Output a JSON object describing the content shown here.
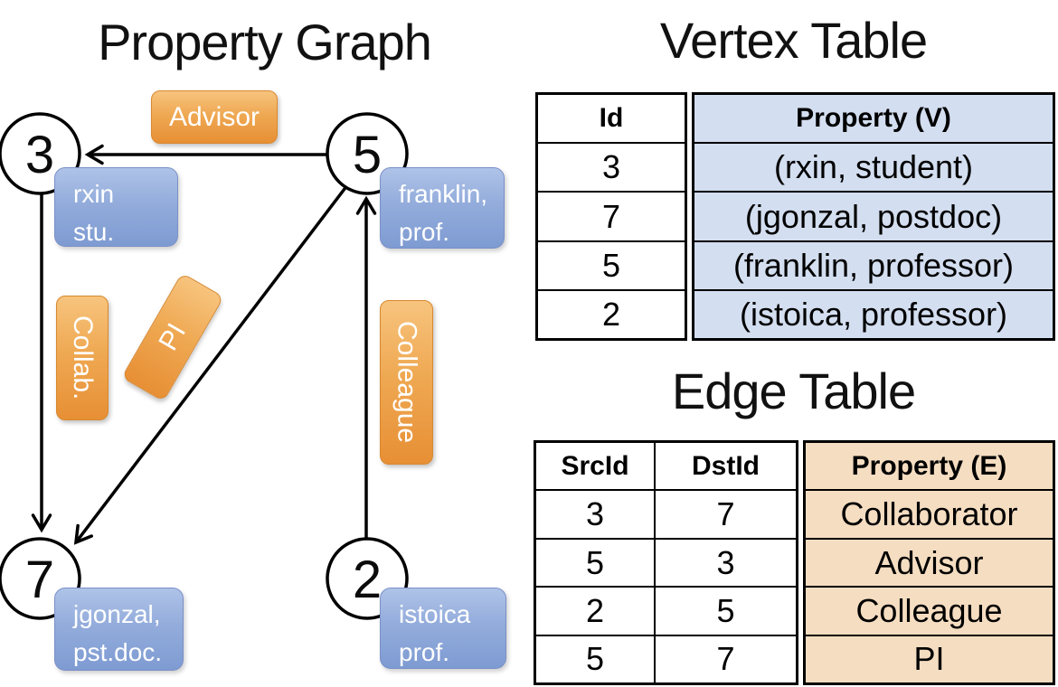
{
  "colors": {
    "edge_label_orange_top": "#F7C47E",
    "edge_label_orange_bottom": "#E78F35",
    "vertex_box_blue_top": "#AFC3E8",
    "vertex_box_blue_bottom": "#7E9BD2",
    "vertex_table_fill": "#D3DEF0",
    "edge_table_fill": "#F5DDC1",
    "line_color": "#000000"
  },
  "graph": {
    "title": "Property Graph",
    "nodes": [
      {
        "id": "3",
        "property_line1": "rxin",
        "property_line2": "stu."
      },
      {
        "id": "5",
        "property_line1": "franklin,",
        "property_line2": "prof."
      },
      {
        "id": "7",
        "property_line1": "jgonzal,",
        "property_line2": "pst.doc."
      },
      {
        "id": "2",
        "property_line1": "istoica",
        "property_line2": "prof."
      }
    ],
    "edge_labels": {
      "advisor": "Advisor",
      "collab": "Collab.",
      "pi": "PI",
      "colleague": "Colleague"
    }
  },
  "vertex_table": {
    "title": "Vertex Table",
    "columns": [
      "Id",
      "Property (V)"
    ],
    "rows": [
      [
        "3",
        "(rxin, student)"
      ],
      [
        "7",
        "(jgonzal, postdoc)"
      ],
      [
        "5",
        "(franklin, professor)"
      ],
      [
        "2",
        "(istoica, professor)"
      ]
    ]
  },
  "edge_table": {
    "title": "Edge Table",
    "columns": [
      "SrcId",
      "DstId",
      "Property (E)"
    ],
    "rows": [
      [
        "3",
        "7",
        "Collaborator"
      ],
      [
        "5",
        "3",
        "Advisor"
      ],
      [
        "2",
        "5",
        "Colleague"
      ],
      [
        "5",
        "7",
        "PI"
      ]
    ]
  }
}
